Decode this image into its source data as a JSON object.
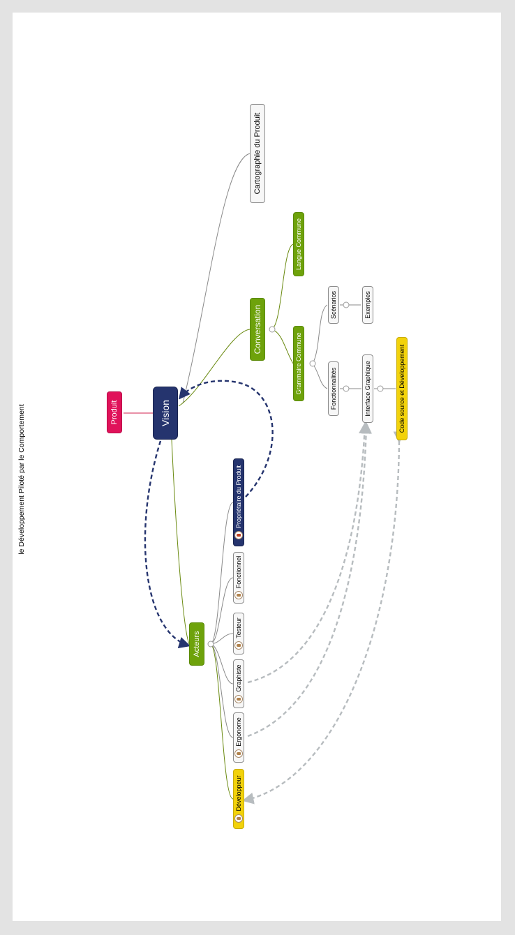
{
  "title": "le Développement Piloté par le Comportement",
  "nodes": {
    "vision": "Vision",
    "produit": "Produit",
    "cartographie": "Cartographie du Produit",
    "conversation": "Conversation",
    "langue_commune": "Langue Commune",
    "grammaire_commune": "Grammaire Commune",
    "scenarios": "Scénarios",
    "exemples": "Exemples",
    "fonctionnalites": "Fonctionnalités",
    "interface_graphique": "Interface Graphique",
    "code_source": "Code source et Développement",
    "acteurs": "Acteurs",
    "proprietaire": "Propriétaire du Produit",
    "fonctionnel": "Fonctionnel",
    "testeur": "Testeur",
    "graphiste": "Graphiste",
    "ergonome": "Ergonome",
    "developpeur": "Développeur"
  },
  "colors": {
    "navy": "#25346e",
    "green": "#6ea20b",
    "pink": "#e0125a",
    "yellow": "#f2d20b",
    "relation_gray": "#b7bcbf"
  }
}
